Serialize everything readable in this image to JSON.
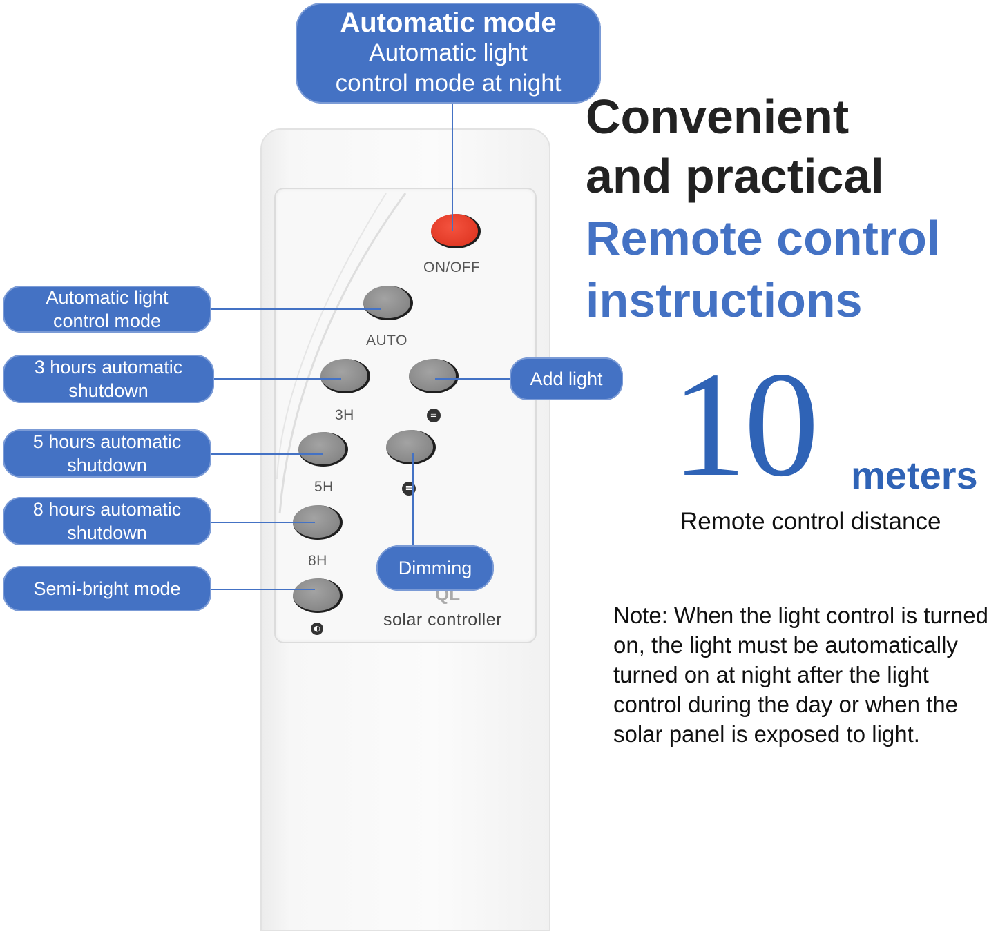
{
  "callouts": {
    "automatic_mode": {
      "title": "Automatic mode",
      "line1": "Automatic light",
      "line2": "control mode at night"
    },
    "auto_light": {
      "line1": "Automatic light",
      "line2": "control mode"
    },
    "three_h": {
      "line1": "3 hours automatic",
      "line2": "shutdown"
    },
    "five_h": {
      "line1": "5 hours automatic",
      "line2": "shutdown"
    },
    "eight_h": {
      "line1": "8 hours automatic",
      "line2": "shutdown"
    },
    "semi_bright": {
      "line1": "Semi-bright mode"
    },
    "add_light": {
      "line1": "Add light"
    },
    "dimming": {
      "line1": "Dimming"
    }
  },
  "remote": {
    "on_off": "ON/OFF",
    "auto": "AUTO",
    "h3": "3H",
    "h5": "5H",
    "h8": "8H",
    "brand": "QL",
    "model": "solar controller"
  },
  "headline": {
    "line1": "Convenient",
    "line2": "and practical",
    "line3": "Remote control",
    "line4": "instructions"
  },
  "distance": {
    "value": "10",
    "unit": "meters",
    "caption": "Remote control distance"
  },
  "note": "Note: When the light control is turned on, the light must be automatically turned on at night after the light control during the day or when the solar panel is exposed to light.",
  "colors": {
    "accent": "#4472c4",
    "power_button": "#e23a26",
    "key": "#8c8c8c"
  }
}
